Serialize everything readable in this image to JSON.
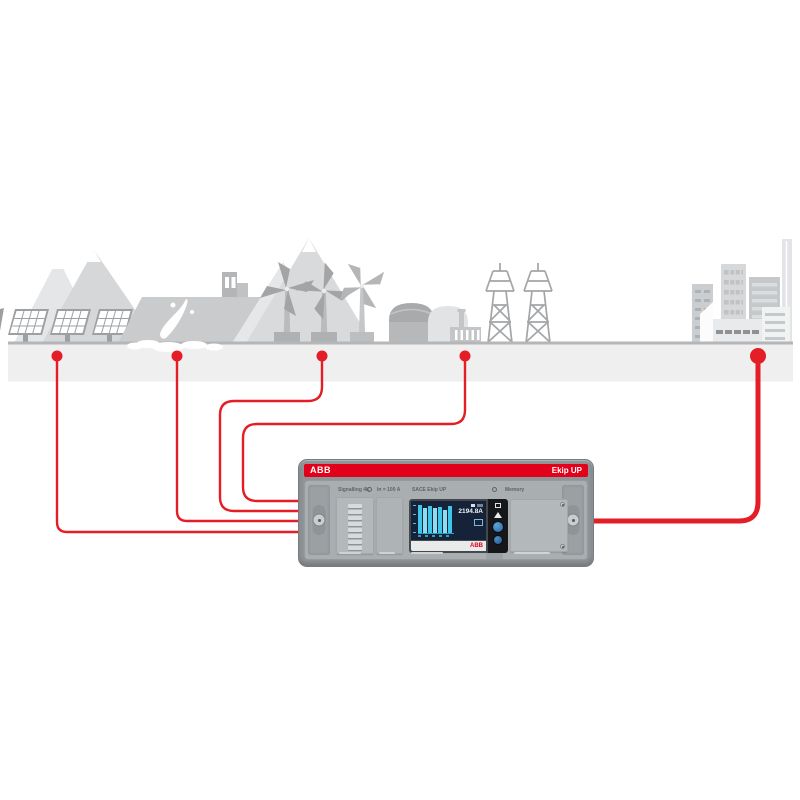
{
  "illustration": {
    "source_icons": [
      "mountains-icon",
      "solar-panels-icon",
      "hydro-dam-icon",
      "wind-turbines-icon",
      "gas-storage-icon",
      "factory-icon",
      "transmission-towers-icon",
      "city-buildings-icon"
    ],
    "connection_points": 5
  },
  "colors": {
    "abb_red": "#e2001a",
    "line_red": "#e31e26",
    "silhouette_light": "#e5e6e7",
    "silhouette_mid": "#d5d7d8",
    "ground_band": "#efefef",
    "device_gray": "#8e9497",
    "screen_navy": "#152238",
    "bar_cyan": "#3fc6e9"
  },
  "device": {
    "brand_label": "ABB",
    "product_label": "Ekip UP",
    "panel_labels": {
      "signalling": "Signalling 4K",
      "rating": "In = 100 A",
      "display_title": "SACE Ekip UP",
      "memory": "Memory"
    },
    "display": {
      "reading": "2194.8A",
      "brand": "ABB",
      "bars": [
        92,
        84,
        90,
        82,
        88,
        76,
        90
      ]
    }
  }
}
